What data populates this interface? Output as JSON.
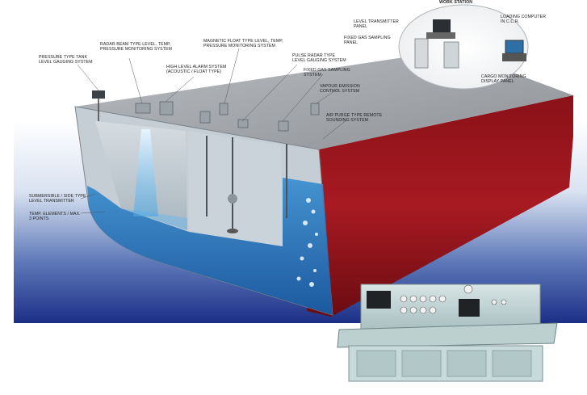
{
  "labels": {
    "work_station": "WORK STATION",
    "level_transmitter_panel": "LEVEL TRANSMITTER\nPANEL",
    "loading_computer": "LOADING COMPUTER\nIN C.C.R.",
    "fixed_gas_sampling_panel": "FIXED GAS SAMPLING\nPANEL",
    "cargo_monitoring_display_panel": "CARGO MONITORING\nDISPLAY PANEL",
    "pressure_type_tank": "PRESSURE TYPE TANK\nLEVEL GAUGING SYSTEM",
    "radar_beam": "RADAR BEAM TYPE LEVEL, TEMP,\nPRESSURE MONITORING SYSTEM",
    "magnetic_float": "MAGNETIC FLOAT TYPE LEVEL, TEMP,\nPRESSURE MONITORING SYSTEM",
    "high_level_alarm": "HIGH LEVEL ALARM SYSTEM\n(ACOUSTIC / FLOAT TYPE)",
    "pulse_radar": "PULSE RADAR TYPE\nLEVEL GAUGING SYSTEM",
    "fixed_gas_sampling_system": "FIXED GAS SAMPLING\nSYSTEM",
    "vapour_emission": "VAPOUR EMISSION\nCONTROL SYSTEM",
    "air_purge": "AIR PURGE TYPE REMOTE\nSOUNDING SYSTEM",
    "submersible": "SUBMERSIBLE / SIDE TYPE\nLEVEL TRANSMITTER",
    "temp_elements": "TEMP. ELEMENTS / MAX.\n3 POINTS"
  }
}
